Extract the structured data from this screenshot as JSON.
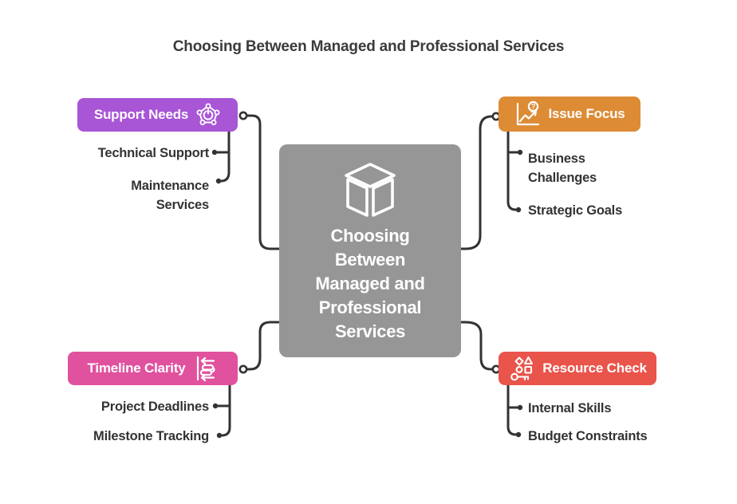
{
  "title": "Choosing Between Managed and Professional Services",
  "center": {
    "label": "Choosing Between Managed and Professional Services",
    "icon": "cube-icon",
    "bg_color": "#969696",
    "text_color": "#ffffff"
  },
  "branches": [
    {
      "id": "support-needs",
      "label": "Support Needs",
      "color": "#a855d6",
      "icon": "support-network-icon",
      "position": "top-left",
      "children": [
        "Technical Support",
        "Maintenance Services"
      ]
    },
    {
      "id": "issue-focus",
      "label": "Issue Focus",
      "color": "#dd8b35",
      "icon": "chart-question-icon",
      "position": "top-right",
      "children": [
        "Business Challenges",
        "Strategic Goals"
      ]
    },
    {
      "id": "timeline-clarity",
      "label": "Timeline Clarity",
      "color": "#e0519e",
      "icon": "timeline-icon",
      "position": "bottom-left",
      "children": [
        "Project Deadlines",
        "Milestone Tracking"
      ]
    },
    {
      "id": "resource-check",
      "label": "Resource Check",
      "color": "#e9544b",
      "icon": "key-shapes-icon",
      "position": "bottom-right",
      "children": [
        "Internal Skills",
        "Budget Constraints"
      ]
    }
  ],
  "icons": {
    "question_glyph": "?"
  },
  "colors": {
    "connector": "#333333",
    "label_text": "#333333",
    "title_text": "#3b3b3b"
  }
}
